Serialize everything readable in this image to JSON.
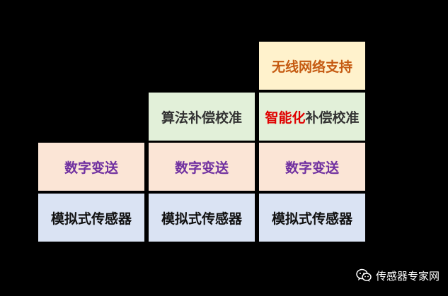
{
  "columns": [
    {
      "boxes": [
        {
          "label": "模拟式传感器"
        },
        {
          "label": "数字变送"
        }
      ]
    },
    {
      "boxes": [
        {
          "label": "模拟式传感器"
        },
        {
          "label": "数字变送"
        },
        {
          "label": "算法补偿校准"
        }
      ]
    },
    {
      "boxes": [
        {
          "label": "模拟式传感器"
        },
        {
          "label": "数字变送"
        },
        {
          "label_highlight": "智能化",
          "label_rest": "补偿校准"
        },
        {
          "label": "无线网络支持"
        }
      ]
    }
  ],
  "watermark": {
    "text": "传感器专家网",
    "icon": "wechat-icon"
  },
  "colors": {
    "background": "#000000",
    "analog_box": "#dae3f3",
    "digital_box": "#fbe5d6",
    "digital_text": "#7030a0",
    "algorithm_box": "#e2f0d9",
    "wireless_box": "#fff2cc",
    "wireless_text": "#c55a11",
    "highlight_text": "#e00000"
  }
}
